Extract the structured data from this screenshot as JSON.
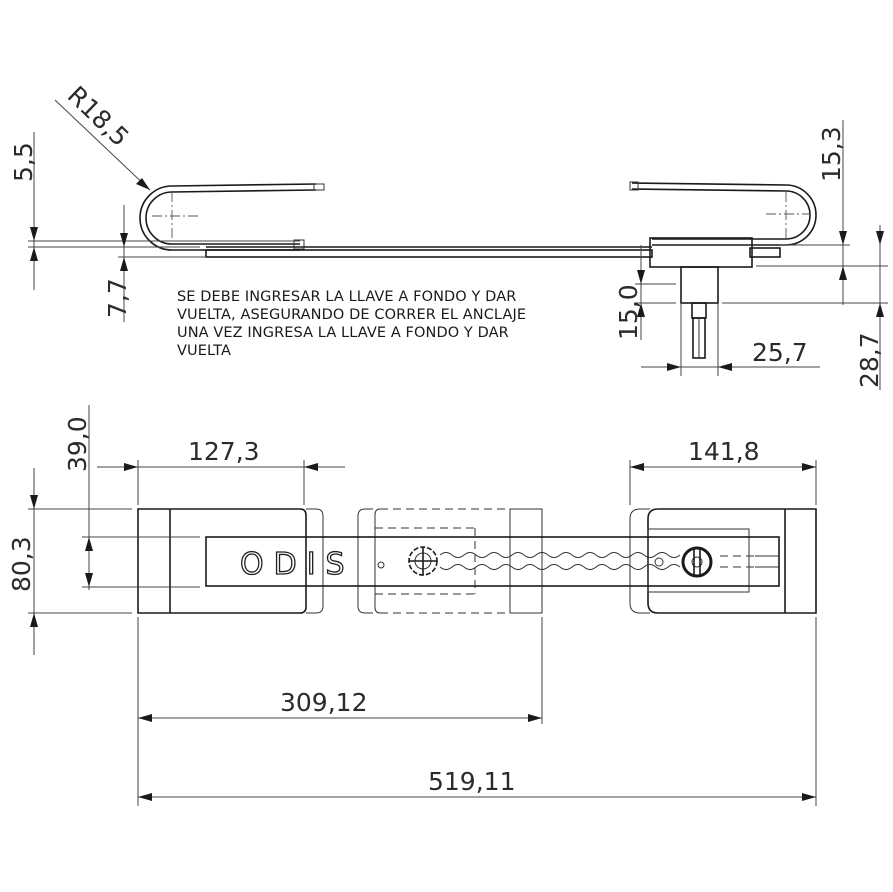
{
  "drawing": {
    "type": "technical-drawing",
    "subject": "ODIS adjustable lock bar with end brackets",
    "units": "mm",
    "brand_label": "ODIS"
  },
  "side_view": {
    "dimensions": {
      "radius": "R18,5",
      "left_gap_upper": "5,5",
      "left_gap_lower": "7,7",
      "right_height_upper": "15,3",
      "right_height_total": "28,7",
      "lock_height": "15,0",
      "lock_width": "25,7"
    },
    "note_lines": [
      "SE DEBE INGRESAR LA LLAVE A FONDO Y DAR",
      "VUELTA, ASEGURANDO DE CORRER EL ANCLAJE",
      "UNA VEZ INGRESA LA LLAVE A FONDO Y DAR",
      "VUELTA"
    ]
  },
  "top_view": {
    "dimensions": {
      "bar_width": "39,0",
      "bracket_height": "80,3",
      "left_bracket_width": "127,3",
      "right_bracket_width": "141,8",
      "mid_length": "309,12",
      "total_length": "519,11"
    }
  }
}
